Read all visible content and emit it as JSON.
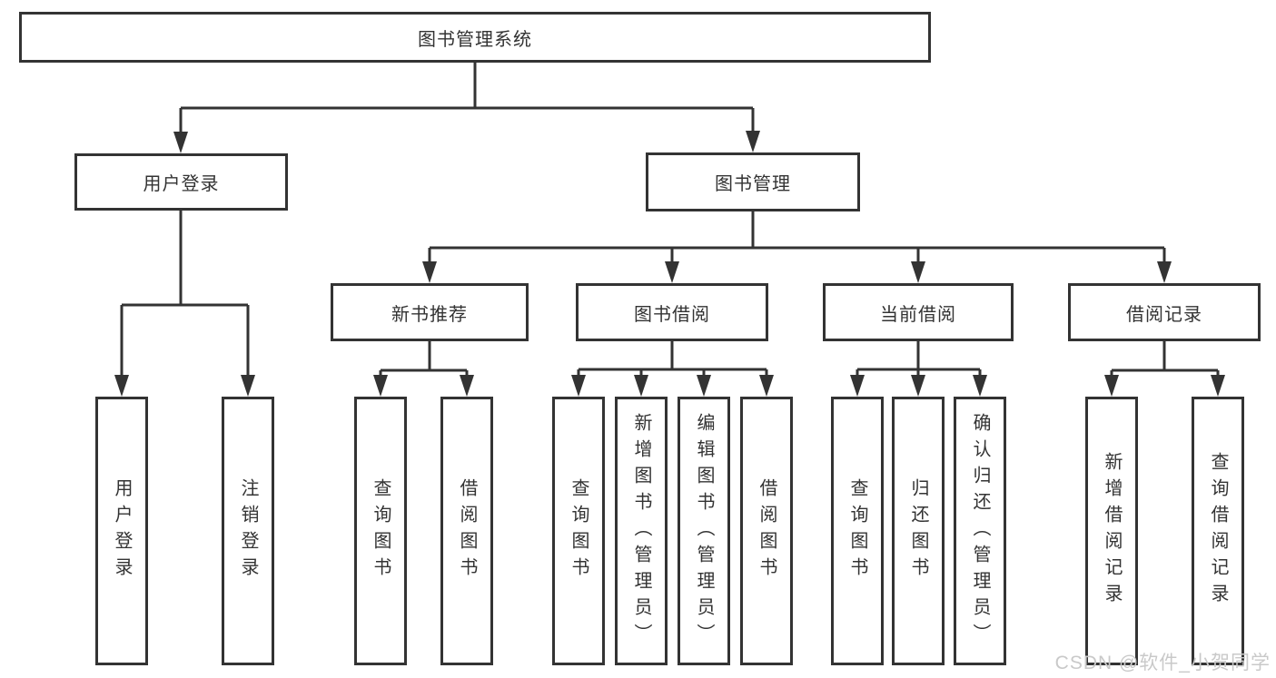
{
  "diagram_type": "hierarchy-tree",
  "tree": {
    "label": "图书管理系统",
    "children": [
      {
        "label": "用户登录",
        "children": [
          {
            "label": "用户登录"
          },
          {
            "label": "注销登录"
          }
        ]
      },
      {
        "label": "图书管理",
        "children": [
          {
            "label": "新书推荐",
            "children": [
              {
                "label": "查询图书"
              },
              {
                "label": "借阅图书"
              }
            ]
          },
          {
            "label": "图书借阅",
            "children": [
              {
                "label": "查询图书"
              },
              {
                "label": "新增图书（管理员）"
              },
              {
                "label": "编辑图书（管理员）"
              },
              {
                "label": "借阅图书"
              }
            ]
          },
          {
            "label": "当前借阅",
            "children": [
              {
                "label": "查询图书"
              },
              {
                "label": "归还图书"
              },
              {
                "label": "确认归还（管理员）"
              }
            ]
          },
          {
            "label": "借阅记录",
            "children": [
              {
                "label": "新增借阅记录"
              },
              {
                "label": "查询借阅记录"
              }
            ]
          }
        ]
      }
    ]
  },
  "watermark": {
    "text": "CSDN @软件_小贺同学",
    "color": "#c9c9c9"
  },
  "colors": {
    "line": "#333333",
    "box_border": "#333333",
    "text": "#333333",
    "background": "#ffffff"
  }
}
